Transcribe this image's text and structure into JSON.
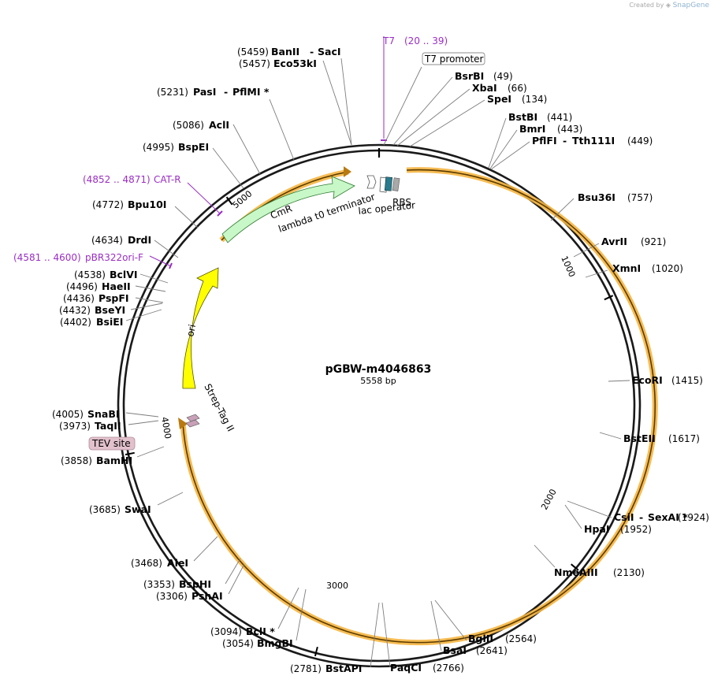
{
  "brand": {
    "created_by": "Created by",
    "app": "SnapGene"
  },
  "plasmid": {
    "name": "pGBW-m4046863",
    "length_label": "5558 bp",
    "length": 5558
  },
  "ticks": [
    {
      "pos": 1000,
      "label": "1000"
    },
    {
      "pos": 2000,
      "label": "2000"
    },
    {
      "pos": 3000,
      "label": "3000"
    },
    {
      "pos": 4000,
      "label": "4000"
    },
    {
      "pos": 5000,
      "label": "5000"
    }
  ],
  "enzymes": [
    {
      "name": "BanII",
      "name2": "SacI",
      "pos": "(5459)"
    },
    {
      "name": "Eco53kI",
      "pos": "(5457)"
    },
    {
      "name": "BsrBI",
      "pos": "(49)"
    },
    {
      "name": "XbaI",
      "pos": "(66)"
    },
    {
      "name": "SpeI",
      "pos": "(134)"
    },
    {
      "name": "BstBI",
      "pos": "(441)"
    },
    {
      "name": "BmrI",
      "pos": "(443)"
    },
    {
      "name": "PflFI",
      "name2": "Tth111I",
      "pos": "(449)"
    },
    {
      "name": "Bsu36I",
      "pos": "(757)"
    },
    {
      "name": "AvrII",
      "pos": "(921)"
    },
    {
      "name": "XmnI",
      "pos": "(1020)"
    },
    {
      "name": "EcoRI",
      "pos": "(1415)"
    },
    {
      "name": "BstEII",
      "pos": "(1617)"
    },
    {
      "name": "CsiI",
      "name2": "SexAI *",
      "pos": "(1924)"
    },
    {
      "name": "HpaI",
      "pos": "(1952)"
    },
    {
      "name": "NmeAIII",
      "pos": "(2130)"
    },
    {
      "name": "BglII",
      "pos": "(2564)"
    },
    {
      "name": "BsaI",
      "pos": "(2641)"
    },
    {
      "name": "PaqCI",
      "pos": "(2766)"
    },
    {
      "name": "BstAPI",
      "pos": "(2781)"
    },
    {
      "name": "BmgBI",
      "pos": "(3054)"
    },
    {
      "name": "BclI *",
      "pos": "(3094)"
    },
    {
      "name": "PshAI",
      "pos": "(3306)"
    },
    {
      "name": "BspHI",
      "pos": "(3353)"
    },
    {
      "name": "AleI",
      "pos": "(3468)"
    },
    {
      "name": "SwaI",
      "pos": "(3685)"
    },
    {
      "name": "BamHI",
      "pos": "(3858)"
    },
    {
      "name": "TaqII",
      "pos": "(3973)"
    },
    {
      "name": "SnaBI",
      "pos": "(4005)"
    },
    {
      "name": "BsiEI",
      "pos": "(4402)"
    },
    {
      "name": "BseYI",
      "pos": "(4432)"
    },
    {
      "name": "PspFI",
      "pos": "(4436)"
    },
    {
      "name": "HaeII",
      "pos": "(4496)"
    },
    {
      "name": "BclVI",
      "pos": "(4538)"
    },
    {
      "name": "DrdI",
      "pos": "(4634)"
    },
    {
      "name": "Bpu10I",
      "pos": "(4772)"
    },
    {
      "name": "BspEI",
      "pos": "(4995)"
    },
    {
      "name": "AclI",
      "pos": "(5086)"
    },
    {
      "name": "PasI",
      "name2": "PflMI *",
      "pos": "(5231)"
    }
  ],
  "primers": [
    {
      "name": "T7",
      "range": "(20 .. 39)"
    },
    {
      "name": "CAT-R",
      "range": "(4852 .. 4871)"
    },
    {
      "name": "pBR322ori-F",
      "range": "(4581 .. 4600)"
    }
  ],
  "features": {
    "t7_promoter": "T7 promoter",
    "rbs": "RBS",
    "lac_operator": "lac operator",
    "cmr": "CmR",
    "lambda_t0": "lambda t0 terminator",
    "ori": "ori",
    "strep_tag": "Strep-Tag II",
    "tev_site": "TEV site"
  },
  "colors": {
    "backbone": "#1a1a1a",
    "orf": "#f5b540",
    "orf_line": "#5a3a00",
    "cmr": "#c8f7c8",
    "ori": "#ffff00",
    "primer": "#9a2ec4",
    "lac_operator": "#2a7b8e",
    "rbs": "#a9a9a9",
    "strep_tag": "#c8a0b8",
    "tev_site": "#e2c1cc"
  }
}
